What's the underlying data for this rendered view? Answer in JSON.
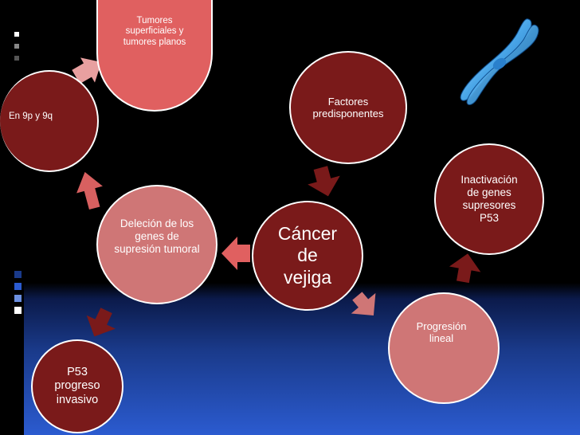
{
  "slide": {
    "nodes": {
      "center": "Cáncer de vejiga",
      "factores": "Factores predisponentes",
      "inactivacion": "Inactivación de genes supresores P53",
      "progresion": "Progresión lineal",
      "delecion": "Deleción de los genes de supresión tumoral",
      "p53": "P53 progreso invasivo",
      "cromosomas": "En 9p y 9q",
      "tumores": "Tumores superficiales y tumores planos"
    },
    "colors": {
      "dark_red": "#7a1a1a",
      "salmon": "#e06060",
      "pink": "#cf7676",
      "arrow_light": "#e8a0a0"
    }
  }
}
